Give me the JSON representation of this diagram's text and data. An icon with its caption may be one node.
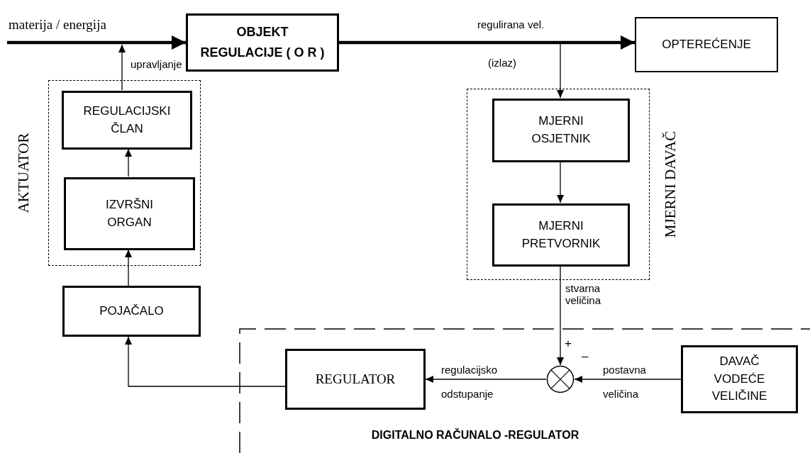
{
  "diagram": {
    "nodes": [
      {
        "text": [
          "OBJEKT REGULACIJE ( O R )"
        ]
      },
      {
        "text": [
          "OPTEREĆENJE"
        ]
      },
      {
        "text": [
          "AKTUATOR"
        ]
      },
      {
        "text": [
          "REGULACIJSKI ČLAN"
        ],
        "in": 2
      },
      {
        "text": [
          "IZVRŠNI ORGAN"
        ],
        "in": 2
      },
      {
        "text": [
          "MJERNI DAVAČ"
        ]
      },
      {
        "text": [
          "MJERNI OSJETNIK"
        ],
        "in": 5
      },
      {
        "text": [
          "MJERNI PRETVORNIK"
        ],
        "in": 5
      },
      {
        "text": [
          "POJAČALO"
        ]
      },
      {
        "text": [
          "DIGITALNO RAČUNALO -REGULATOR"
        ]
      },
      {
        "text": [
          "REGULATOR"
        ],
        "in": 9
      },
      {
        "text": [],
        "shape": "circle",
        "beside": [
          "+",
          "–"
        ],
        "in": 9
      },
      {
        "text": [
          "DAVAČ VODEĆE VELIČINE"
        ],
        "in": 9
      }
    ],
    "edges": [
      {
        "from": null,
        "to": 0,
        "arrow": "to",
        "label": "materija / energija",
        "style": "thick"
      },
      {
        "from": 3,
        "to": null,
        "arrow": "to",
        "label": "upravljanje"
      },
      {
        "from": 0,
        "to": 1,
        "arrow": "to",
        "label": "regulirana vel.",
        "style": "thick"
      },
      {
        "from": 0,
        "to": 6,
        "arrow": "to"
      },
      {
        "from": 6,
        "to": 7,
        "arrow": "to"
      },
      {
        "from": 7,
        "to": 11,
        "arrow": "to",
        "label": "stvarna veličina"
      },
      {
        "from": 12,
        "to": 11,
        "arrow": "to",
        "label": "postavna veličina"
      },
      {
        "from": 11,
        "to": 10,
        "arrow": "to",
        "label": "regulacijsko odstupanje"
      },
      {
        "from": 10,
        "to": 8,
        "arrow": "to"
      },
      {
        "from": 8,
        "to": 4,
        "arrow": "to"
      },
      {
        "from": 4,
        "to": 3,
        "arrow": "to"
      }
    ],
    "labels": [
      "(izlaz)"
    ]
  }
}
